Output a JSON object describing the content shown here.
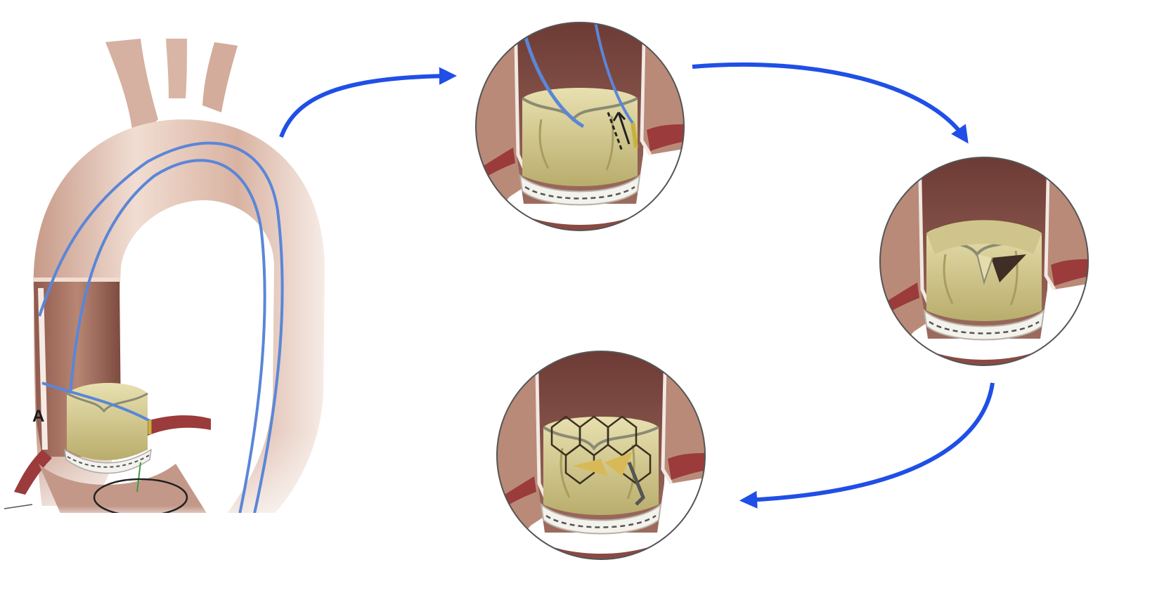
{
  "figure": {
    "panel_label": "A",
    "colors": {
      "arrow": "#1f4fe6",
      "aorta_light": "#f3e2d8",
      "aorta_mid": "#d8b3a2",
      "aorta_dark": "#a9786a",
      "tissue_dark": "#7a3f3a",
      "valve_yellow": "#d9cf98",
      "valve_shadow": "#a89c5e",
      "wire_blue": "#5a86d8",
      "ring_white": "#f4f2ec",
      "vessel_red": "#9b3b3b"
    }
  },
  "stages": [
    {
      "name": "aortic-arch-overview",
      "icon": "aortic-arch-illustration"
    },
    {
      "name": "step-1-snare-leaflet",
      "icon": "valve-closeup-wires"
    },
    {
      "name": "step-2-leaflet-split",
      "icon": "valve-closeup-split-leaflet"
    },
    {
      "name": "step-3-new-valve-deployed",
      "icon": "valve-closeup-stent-frame"
    }
  ]
}
